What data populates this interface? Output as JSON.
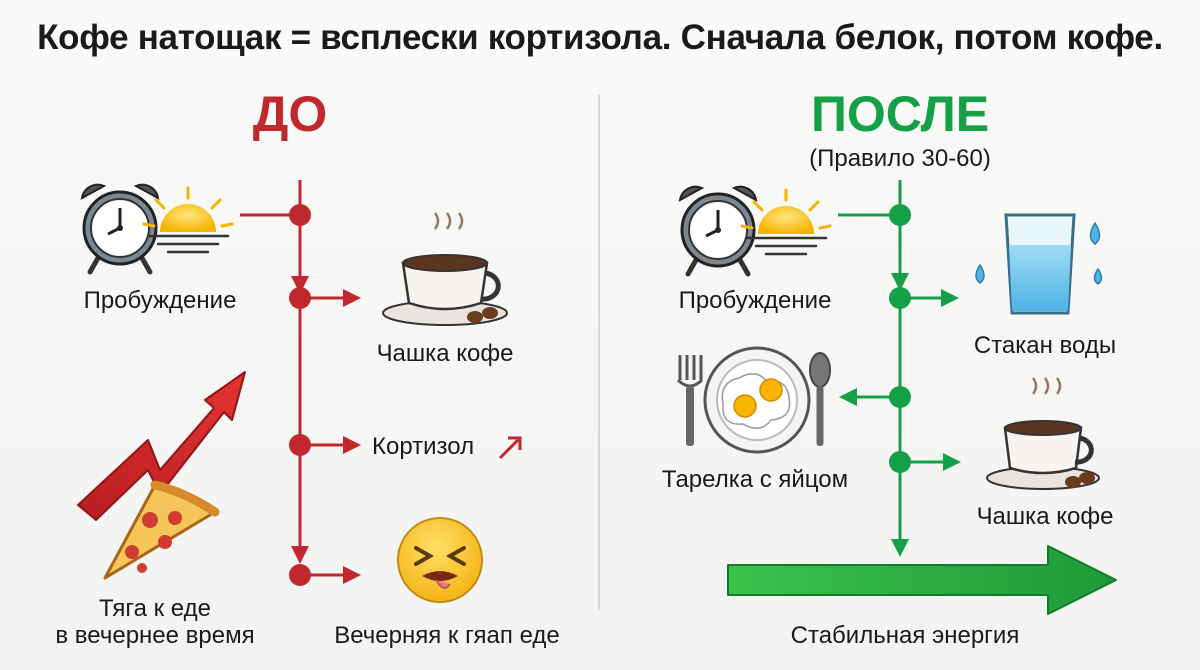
{
  "title": "Кофе натощак = всплески кортизола. Сначала белок, потом кофе.",
  "before": {
    "heading": "ДО",
    "color": "#c0282d",
    "labels": {
      "wake": "Пробуждение",
      "coffee": "Чашка кофе",
      "cortisol": "Кортизол",
      "craving_line1": "Тяга к еде",
      "craving_line2": "в вечернее время",
      "evening_hunger": "Вечерняя к гяап еде"
    }
  },
  "after": {
    "heading": "ПОСЛЕ",
    "subheading": "(Правило 30-60)",
    "color": "#15a048",
    "labels": {
      "wake": "Пробуждение",
      "water": "Стакан воды",
      "plate": "Тарелка с яйцом",
      "coffee": "Чашка кофе",
      "energy": "Стабильная энергия"
    }
  },
  "icons": [
    "alarm-clock-icon",
    "sunrise-icon",
    "coffee-cup-icon",
    "arrow-up-right-icon",
    "trend-arrow-icon",
    "pizza-icon",
    "nauseated-face-icon",
    "water-glass-icon",
    "fork-icon",
    "fried-egg-plate-icon",
    "spoon-icon",
    "big-right-arrow-icon"
  ]
}
